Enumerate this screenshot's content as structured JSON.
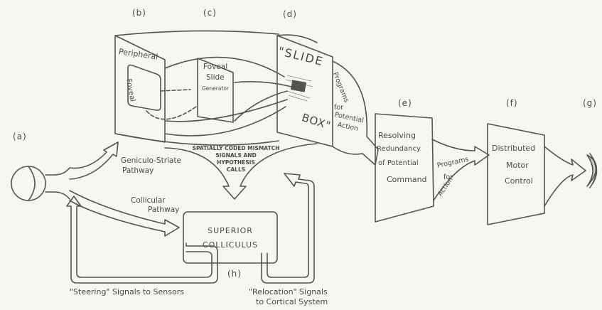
{
  "labels": {
    "a": "(a)",
    "b": "(b)",
    "c": "(c)",
    "d": "(d)",
    "e": "(e)",
    "f": "(f)",
    "g": "(g)",
    "h": "(h)"
  },
  "boxes": {
    "peripheral": "Peripheral",
    "foveal": "Foveal",
    "foveal_slide_generator": [
      "Foveal",
      "Slide",
      "Generator"
    ],
    "slide_box": [
      "\"SLIDE",
      "BOX\""
    ],
    "resolving": [
      "Resolving",
      "Redundancy",
      "of Potential",
      "Command"
    ],
    "distributed": [
      "Distributed",
      "Motor",
      "Control"
    ],
    "superior_colliculus": [
      "SUPERIOR",
      "COLLICULUS"
    ]
  },
  "arrow_labels": {
    "geniculo_striate": [
      "Geniculo-Striate",
      "Pathway"
    ],
    "collicular": [
      "Collicular",
      "Pathway"
    ],
    "mismatch": [
      "SPATIALLY CODED MISMATCH",
      "SIGNALS AND",
      "HYPOTHESIS",
      "CALLS"
    ],
    "programs_potential": [
      "Programs",
      "for",
      "Potential",
      "Action"
    ],
    "programs_action": [
      "Programs",
      "for",
      "Action"
    ]
  },
  "feedback": {
    "steering": "\"Steering\" Signals to Sensors",
    "relocation": [
      "\"Relocation\" Signals",
      "to Cortical System"
    ]
  }
}
